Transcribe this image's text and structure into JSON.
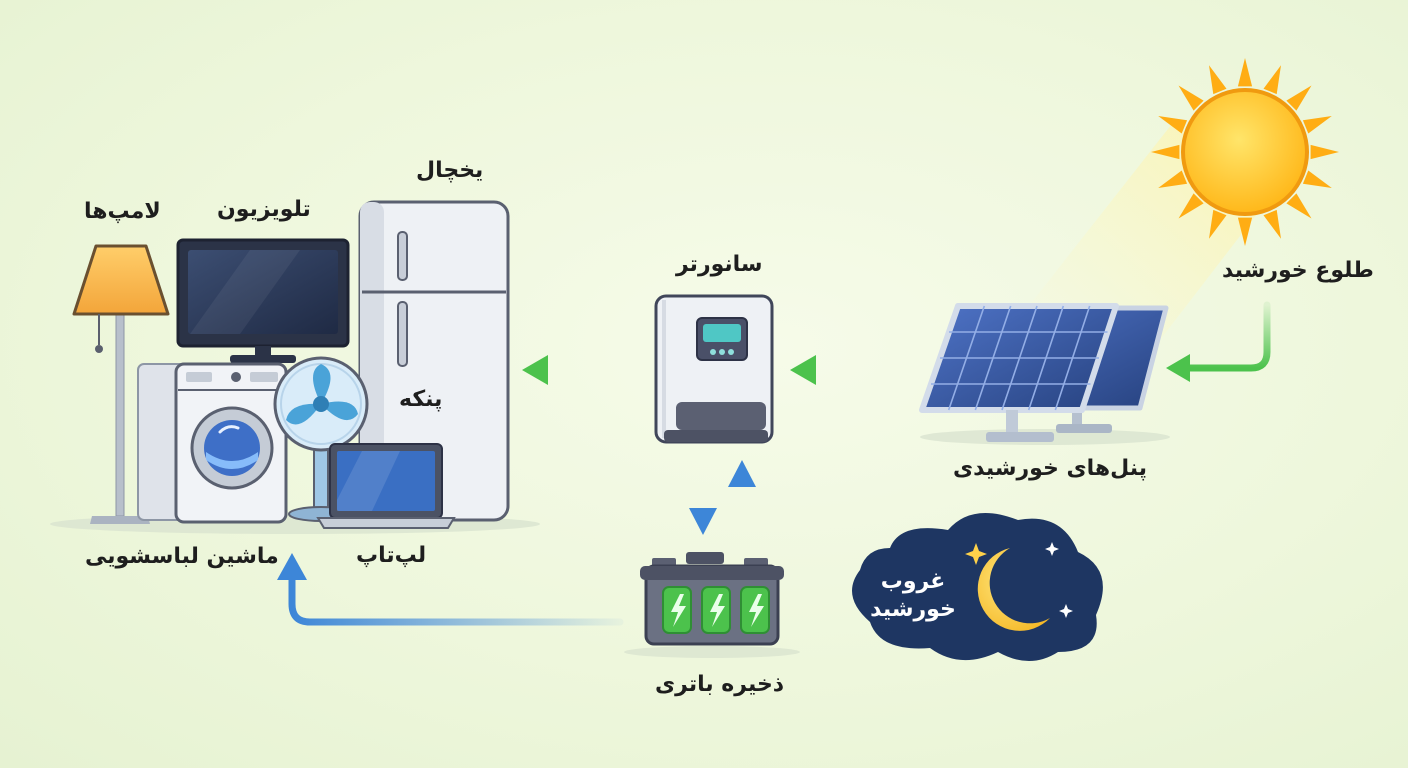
{
  "labels": {
    "sunrise": "طلوع خورشید",
    "solar_panels": "پنل‌های خورشیدی",
    "inverter": "سانورتر",
    "battery": "ذخیره باتری",
    "sunset_line1": "غروب",
    "sunset_line2": "خورشید",
    "fridge": "یخچال",
    "tv": "تلویزیون",
    "lamps": "لامپ‌ها",
    "fan": "پنکه",
    "laptop": "لپ‌تاپ",
    "washer": "ماشین لباسشویی"
  },
  "colors": {
    "charge_arrow": "#4cc24c",
    "battery_arrow": "#3d86d8",
    "battery_cell": "#4cc24c",
    "sun": "#ffc21e",
    "night": "#1e3662",
    "moon": "#ffd24a"
  }
}
